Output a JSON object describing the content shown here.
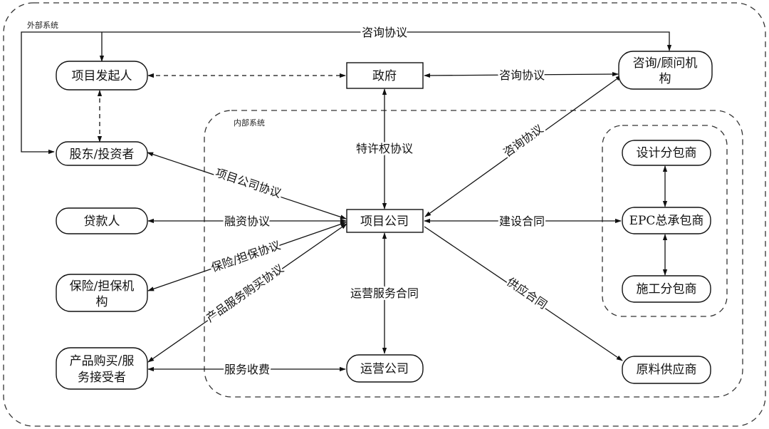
{
  "groups": {
    "external": "外部系统",
    "internal": "内部系统"
  },
  "nodes": {
    "sponsor": [
      "项目发起人"
    ],
    "shareholder": [
      "股东/投资者"
    ],
    "lender": [
      "贷款人"
    ],
    "insurer": [
      "保险/担保机",
      "构"
    ],
    "buyer": [
      "产品购买/服",
      "务接受者"
    ],
    "government": [
      "政府"
    ],
    "project_company": [
      "项目公司"
    ],
    "operator": [
      "运营公司"
    ],
    "consultant": [
      "咨询/顾问机",
      "构"
    ],
    "design_sub": [
      "设计分包商"
    ],
    "epc": [
      "EPC总承包商"
    ],
    "construction_sub": [
      "施工分包商"
    ],
    "supplier": [
      "原料供应商"
    ]
  },
  "edges": {
    "consult_top": "咨询协议",
    "consult_gov": "咨询协议",
    "franchise": "特许权协议",
    "consult_diag": "咨询协议",
    "project_company_agreement": "项目公司协议",
    "financing": "融资协议",
    "construction": "建设合同",
    "insurance": "保险/担保协议",
    "purchase": "产品服务购买协议",
    "supply": "供应合同",
    "operation": "运营服务合同",
    "service_fee": "服务收费"
  }
}
